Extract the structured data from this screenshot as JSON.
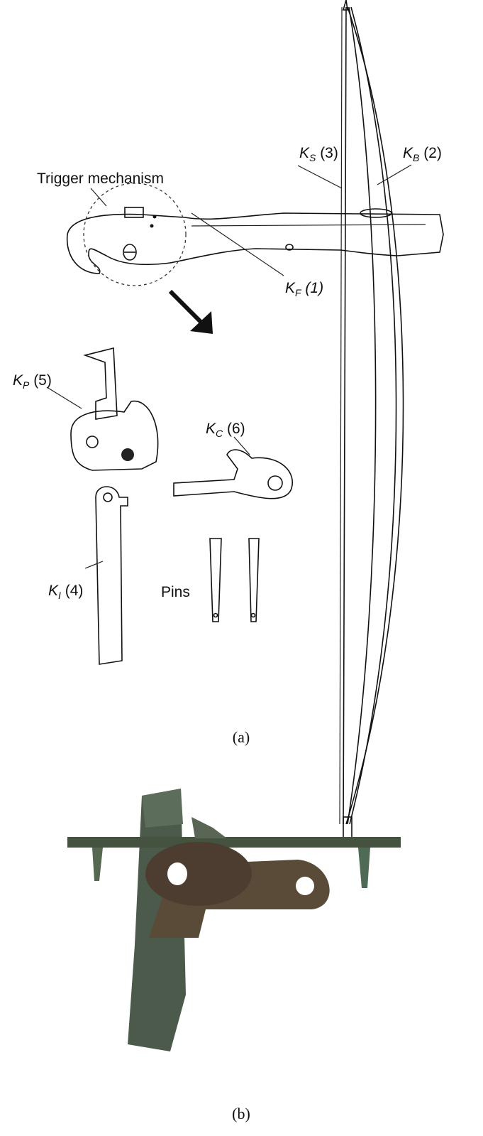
{
  "figure_a": {
    "caption": "(a)",
    "labels": {
      "trigger": "Trigger mechanism",
      "ks": {
        "k": "K",
        "sub": "S",
        "num": " (3)"
      },
      "kb": {
        "k": "K",
        "sub": "B",
        "num": " (2)"
      },
      "kf": {
        "k": "K",
        "sub": "F",
        "num": " (1)"
      },
      "kp": {
        "k": "K",
        "sub": "P",
        "num": " (5)"
      },
      "kc": {
        "k": "K",
        "sub": "C",
        "num": " (6)"
      },
      "ki": {
        "k": "K",
        "sub": "I",
        "num": " (4)"
      },
      "pins": "Pins"
    }
  },
  "figure_b": {
    "caption": "(b)"
  }
}
